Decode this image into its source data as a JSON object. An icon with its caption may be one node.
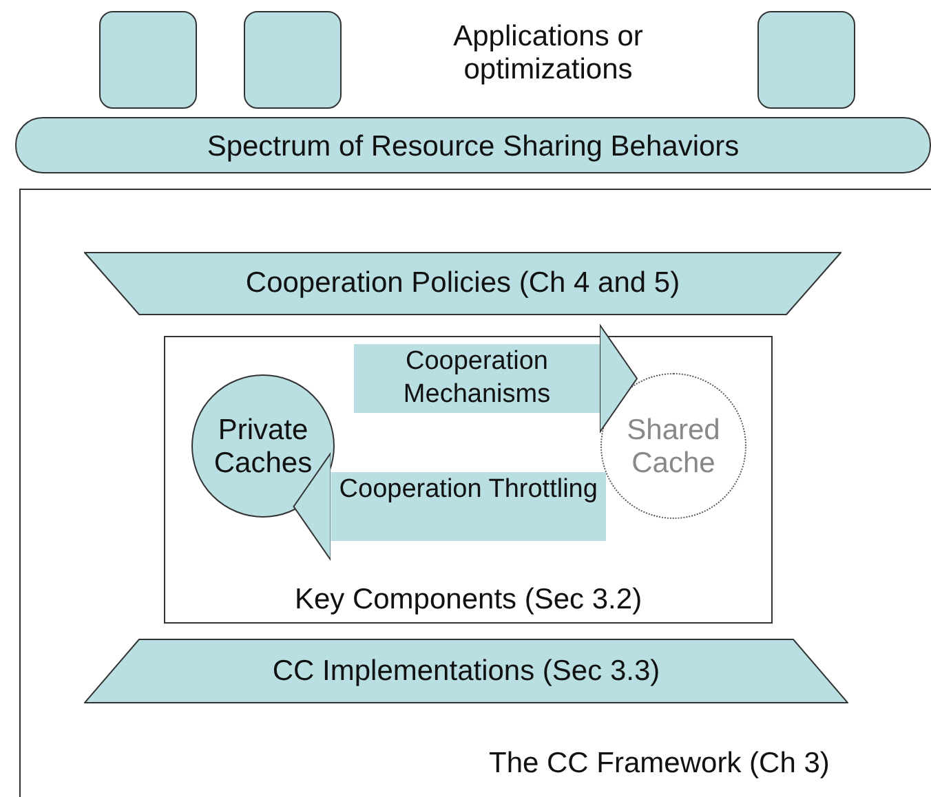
{
  "diagram": {
    "nodes": [
      {
        "text": [],
        "shape": "box"
      },
      {
        "text": [],
        "shape": "box"
      },
      {
        "text": [],
        "shape": "box"
      },
      {
        "text": [
          "Spectrum of Resource Sharing Behaviors"
        ]
      },
      {
        "text": [
          "The CC Framework (Ch 3)"
        ]
      },
      {
        "text": [
          "Cooperation Policies (Ch 4 and 5)"
        ],
        "in": 4
      },
      {
        "text": [
          "Key Components (Sec 3.2)"
        ],
        "in": 4
      },
      {
        "text": [
          "Private Caches"
        ],
        "in": 6
      },
      {
        "text": [
          "Shared Cache"
        ],
        "in": 6
      },
      {
        "text": [
          "CC Implementations (Sec 3.3)"
        ],
        "in": 4
      }
    ],
    "edges": [
      {
        "from": 7,
        "to": 8,
        "arrow": "to",
        "label": "Cooperation Mechanisms"
      },
      {
        "from": 8,
        "to": 7,
        "arrow": "to",
        "label": "Cooperation Throttling"
      }
    ],
    "labels": [
      "Applications or optimizations"
    ]
  }
}
